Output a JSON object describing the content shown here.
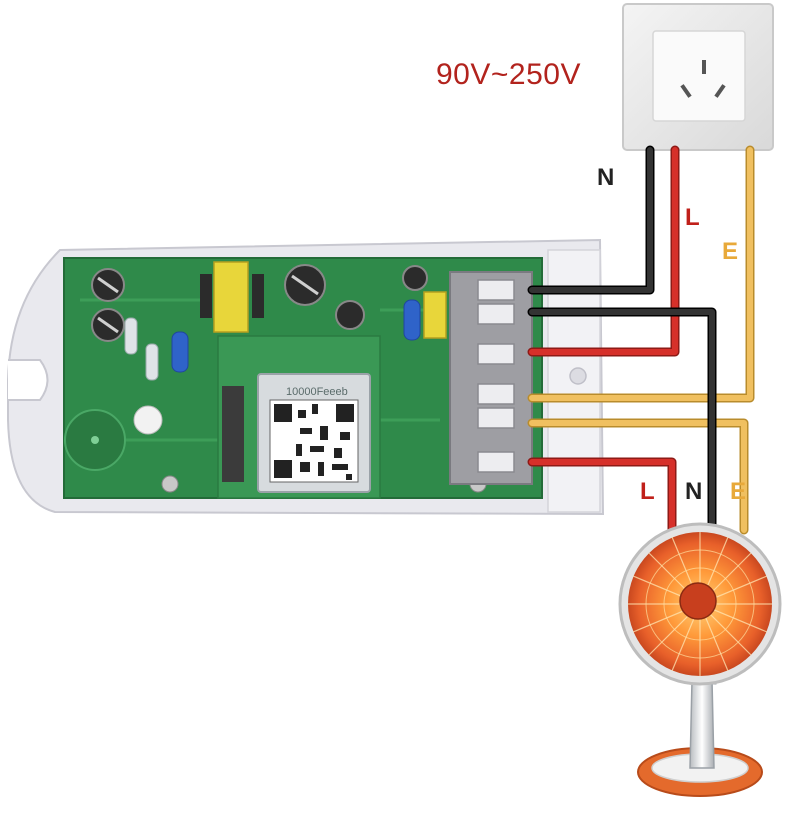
{
  "supply": {
    "voltage_range": "90V~250V"
  },
  "wire_labels": {
    "neutral_top": "N",
    "live_top": "L",
    "earth_top": "E",
    "live_bottom": "L",
    "neutral_bottom": "N",
    "earth_bottom": "E"
  },
  "module": {
    "qr_code_text": "10000Feeeb"
  },
  "colors": {
    "neutral_wire": "#222222",
    "live_wire": "#d6302a",
    "earth_wire": "#f0c060",
    "pcb_green": "#2f8a4a",
    "label_red": "#b2231d",
    "label_earth": "#e8a93a"
  }
}
